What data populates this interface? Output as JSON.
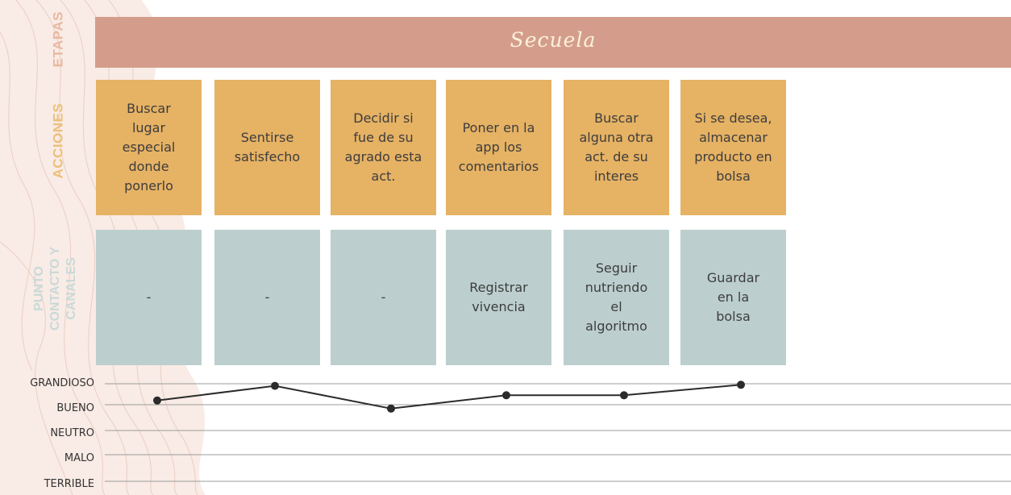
{
  "row_labels": {
    "stages": "ETAPAS",
    "actions": "ACCIONES",
    "contact_line1": "PUNTO",
    "contact_line2": "CONTACTO Y",
    "contact_line3": "CANALES"
  },
  "stage": {
    "title": "Secuela"
  },
  "actions": [
    "Buscar lugar especial donde ponerlo",
    "Sentirse satisfecho",
    "Decidir si fue de su agrado esta act.",
    "Poner en la app los comentarios",
    "Buscar alguna otra act. de su interes",
    "Si se desea, almacenar producto en bolsa"
  ],
  "contacts": [
    "-",
    "-",
    "-",
    "Registrar vivencia",
    "Seguir nutriendo el algoritmo",
    "Guardar en la bolsa"
  ],
  "emotion_scale": [
    "GRANDIOSO",
    "BUENO",
    "NEUTRO",
    "MALO",
    "TERRIBLE"
  ],
  "emotion_values": [
    4.2,
    4.9,
    3.85,
    4.45,
    4.45,
    4.95
  ],
  "colors": {
    "stage": "#d49d8b",
    "action": "#e6b264",
    "contact": "#bccfce",
    "label_stage": "#e8b8a2",
    "label_action": "#ecc079",
    "label_contact": "#c9d9d8"
  }
}
